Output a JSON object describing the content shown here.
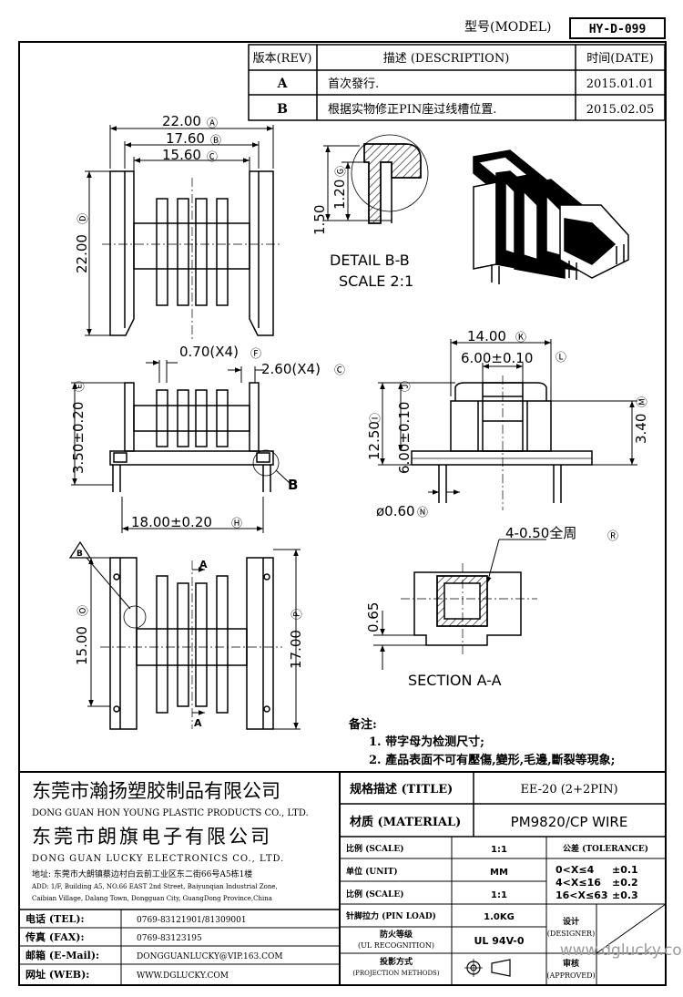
{
  "model": {
    "label": "型号(MODEL)",
    "value": "HY-D-099"
  },
  "revision": {
    "headers": {
      "rev": "版本(REV)",
      "desc": "描述 (DESCRIPTION)",
      "date": "时间(DATE)"
    },
    "rows": [
      {
        "rev": "A",
        "desc": "首次發行.",
        "date": "2015.01.01"
      },
      {
        "rev": "B",
        "desc": "根据实物修正PIN座过线槽位置.",
        "date": "2015.02.05"
      }
    ]
  },
  "dims": {
    "w22": "22.00",
    "w176": "17.60",
    "w156": "15.60",
    "h22": "22.00",
    "pin070": "0.70(X4)",
    "pin260": "2.60(X4)",
    "h350": "3.50±0.20",
    "w1800": "18.00±0.20",
    "h150": "1.50",
    "h120": "1.20",
    "w1400": "14.00",
    "w600": "6.00±0.10",
    "h1250": "12.50",
    "h600": "6.00±0.10",
    "h340": "3.40",
    "d060": "ø0.60",
    "r050": "4-0.50全周",
    "h065": "0.65",
    "h1500": "15.00",
    "h1700": "17.00"
  },
  "circled": {
    "A": "Ⓐ",
    "B": "Ⓑ",
    "C": "Ⓒ",
    "D": "Ⓓ",
    "E": "Ⓔ",
    "F": "Ⓕ",
    "G": "Ⓖ",
    "H": "Ⓗ",
    "I": "Ⓘ",
    "J": "Ⓙ",
    "K": "Ⓚ",
    "L": "Ⓛ",
    "M": "Ⓜ",
    "N": "Ⓝ",
    "O": "Ⓞ",
    "P": "Ⓟ",
    "R": "Ⓡ"
  },
  "labels": {
    "detail1": "DETAIL B-B",
    "detail2": "SCALE 2:1",
    "sectionA": "SECTION A-A",
    "markB": "B",
    "markA": "A",
    "revMark": "B"
  },
  "notes": {
    "title": "备注:",
    "items": [
      "1. 带字母为检测尺寸;",
      "2. 產品表面不可有壓傷,變形,毛邊,斷裂等現象;"
    ]
  },
  "company": {
    "cn1": "东莞市瀚扬塑胶制品有限公司",
    "en1": "DONG GUAN HON YOUNG PLASTIC PRODUCTS CO., LTD.",
    "cn2": "东莞市朗旗电子有限公司",
    "en2": "DONG GUAN LUCKY ELECTRONICS CO., LTD.",
    "addr_cn": "地址: 东莞市大朗镇蔡边村白云前工业区东二街66号A5栋1楼",
    "addr_en1": "ADD: 1/F, Building A5, NO.66 EAST 2nd Street, Baiyunqian Industrial Zone,",
    "addr_en2": "Caibian Village, Dalang Town, Dongguan City, GuangDong Province,China"
  },
  "contact": {
    "tel_label": "电话 (TEL):",
    "tel": "0769-83121901/81309001",
    "fax_label": "传真 (FAX):",
    "fax": "0769-83123195",
    "mail_label": "邮箱 (E-Mail):",
    "mail": "DONGGUANLUCKY@VIP.163.COM",
    "web_label": "网址 (WEB):",
    "web": "WWW.DGLUCKY.COM"
  },
  "title_block": {
    "title_label": "规格描述 (TITLE)",
    "title": "EE-20 (2+2PIN)",
    "material_label": "材质 (MATERIAL)",
    "material": "PM9820/CP WIRE",
    "scale_label": "比例 (SCALE)",
    "scale": "1:1",
    "unit_label": "单位 (UNIT)",
    "unit": "MM",
    "scale2_label": "比例 (SCALE)",
    "scale2": "1:1",
    "pinload_label": "针脚拉力 (PIN LOAD)",
    "pinload": "1.0KG",
    "ul_label1": "防火等级",
    "ul_label2": "(UL RECOGNITION)",
    "ul": "UL 94V-0",
    "proj_label1": "投影方式",
    "proj_label2": "(PROJECTION METHODS)",
    "tol_label": "公差 (TOLERANCE)",
    "tol": [
      {
        "range": "0<X≤4",
        "val": "±0.1"
      },
      {
        "range": "4<X≤16",
        "val": "±0.2"
      },
      {
        "range": "16<X≤63",
        "val": "±0.3"
      }
    ],
    "designer1": "设计",
    "designer2": "(DESIGNER)",
    "approved1": "审核",
    "approved2": "(APPROVED)"
  },
  "watermark": "www.dglucky.com"
}
